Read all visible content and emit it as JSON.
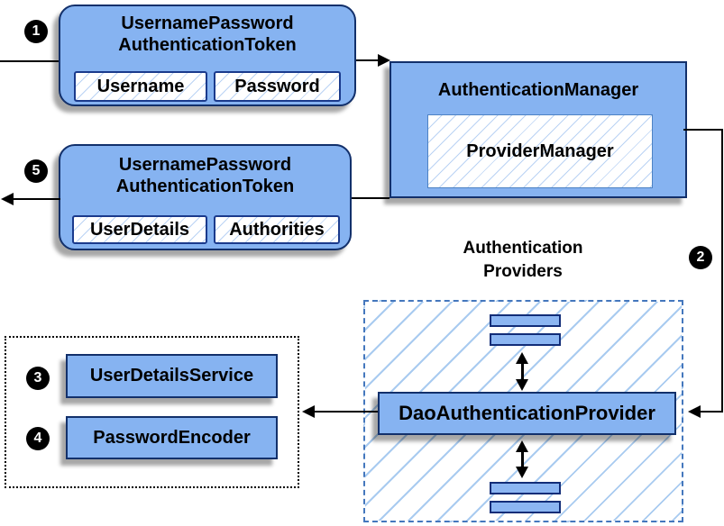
{
  "colors": {
    "box_fill": "#86b3f1",
    "box_stroke": "#12306b",
    "field_stroke": "#1a3a8c",
    "hatch_line": "#a9cbf0",
    "dashed_stroke": "#4477bd",
    "dotted_stroke": "#000000",
    "arrow": "#000000",
    "marker_bg": "#000000",
    "marker_text": "#ffffff"
  },
  "markers": {
    "step1": "1",
    "step2": "2",
    "step3": "3",
    "step4": "4",
    "step5": "5"
  },
  "token_in": {
    "title_line1": "UsernamePassword",
    "title_line2": "AuthenticationToken",
    "fields": [
      "Username",
      "Password"
    ]
  },
  "auth_manager": {
    "title": "AuthenticationManager",
    "inner": "ProviderManager"
  },
  "token_out": {
    "title_line1": "UsernamePassword",
    "title_line2": "AuthenticationToken",
    "fields": [
      "UserDetails",
      "Authorities"
    ]
  },
  "providers_zone": {
    "title_line1": "Authentication",
    "title_line2": "Providers",
    "dao": "DaoAuthenticationProvider"
  },
  "collaborators": {
    "user_details_service": "UserDetailsService",
    "password_encoder": "PasswordEncoder"
  }
}
